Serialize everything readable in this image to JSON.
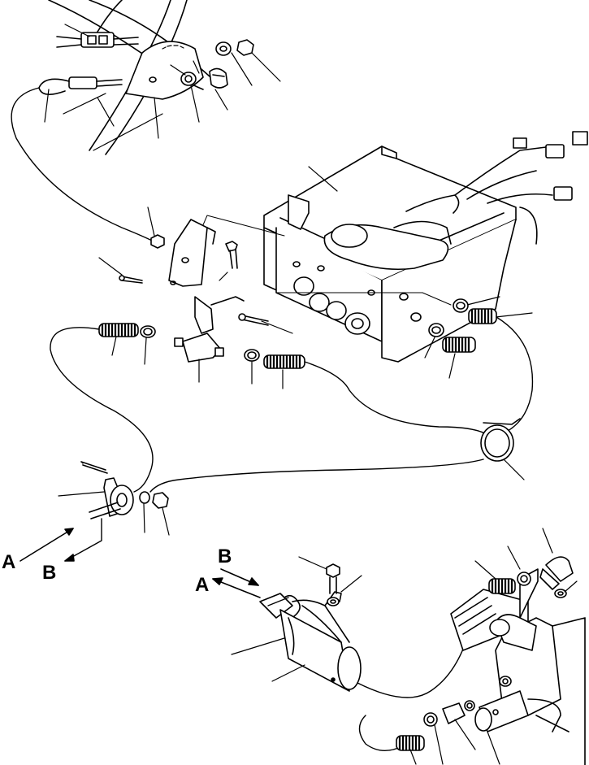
{
  "diagram": {
    "view_labels": {
      "a_upper": "A",
      "b_upper": "B",
      "b_lower": "B",
      "a_lower": "A"
    },
    "parts": [
      "fuel-cutoff-control-cable",
      "cable-bracket",
      "cable-clamp",
      "control-valve-box",
      "hose",
      "hose-clamp",
      "valve",
      "bolt",
      "washer",
      "nut",
      "knob",
      "elbow-fitting",
      "cable-cylinder",
      "wire-harness-connector"
    ]
  }
}
